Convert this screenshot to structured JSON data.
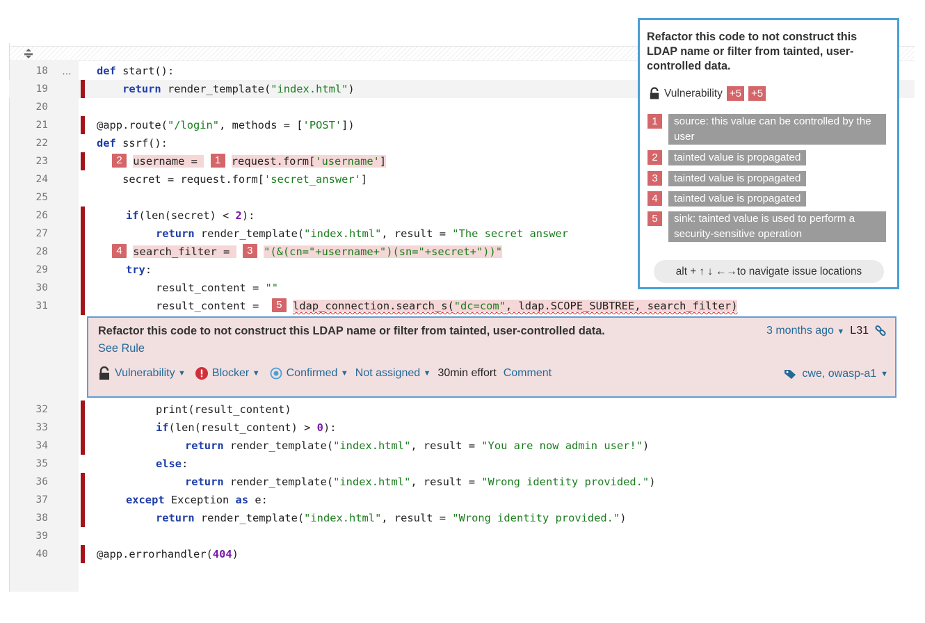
{
  "issue_popup": {
    "title": "Refactor this code to not construct this LDAP name or filter from tainted, user-controlled data.",
    "type_label": "Vulnerability",
    "plus_badges": [
      "+5",
      "+5"
    ],
    "flows": [
      {
        "num": "1",
        "text": "source: this value can be controlled by the user"
      },
      {
        "num": "2",
        "text": "tainted value is propagated"
      },
      {
        "num": "3",
        "text": "tainted value is propagated"
      },
      {
        "num": "4",
        "text": "tainted value is propagated"
      },
      {
        "num": "5",
        "text": "sink: tainted value is used to perform a security-sensitive operation"
      }
    ],
    "nav_hint": "alt + ↑ ↓ ←→to navigate issue locations"
  },
  "code_lines": [
    {
      "num": "18",
      "dots": "…"
    },
    {
      "num": "19"
    },
    {
      "num": "20"
    },
    {
      "num": "21"
    },
    {
      "num": "22"
    },
    {
      "num": "23"
    },
    {
      "num": "24"
    },
    {
      "num": "25"
    },
    {
      "num": "26"
    },
    {
      "num": "27"
    },
    {
      "num": "28"
    },
    {
      "num": "29"
    },
    {
      "num": "30"
    },
    {
      "num": "31"
    },
    {
      "num": "32"
    },
    {
      "num": "33"
    },
    {
      "num": "34"
    },
    {
      "num": "35"
    },
    {
      "num": "36"
    },
    {
      "num": "37"
    },
    {
      "num": "38"
    },
    {
      "num": "39"
    },
    {
      "num": "40"
    }
  ],
  "code": {
    "l18": {
      "kw": "def",
      "rest": " start():"
    },
    "l19": {
      "indent": "    ",
      "kw": "return",
      "rest": " render_template(",
      "str": "\"index.html\"",
      "end": ")"
    },
    "l21": {
      "a": "@app.route(",
      "s1": "\"/login\"",
      "b": ", methods = [",
      "s2": "'POST'",
      "c": "])"
    },
    "l22": {
      "kw": "def",
      "rest": " ssrf():"
    },
    "l23": {
      "badge2": "2",
      "a": "username = ",
      "badge1": "1",
      "b": "request.form[",
      "s": "'username'",
      "c": "]"
    },
    "l24": {
      "a": "    secret = request.form[",
      "s": "'secret_answer'",
      "c": "]"
    },
    "l26": {
      "kw": "if",
      "a": "(len(secret) < ",
      "n": "2",
      "b": "):"
    },
    "l27": {
      "kw": "return",
      "a": " render_template(",
      "s1": "\"index.html\"",
      "b": ", result = ",
      "s2": "\"The secret answer"
    },
    "l28": {
      "badge4": "4",
      "a": "search_filter = ",
      "badge3": "3",
      "s": "\"(&(cn=\"",
      "b": "+username+",
      "s2": "\")(sn=\"",
      "c": "+secret+",
      "s3": "\"))\""
    },
    "l29": {
      "kw": "try",
      "b": ":"
    },
    "l30": {
      "a": "result_content = ",
      "s": "\"\""
    },
    "l31": {
      "a": "result_content = ",
      "badge5": "5",
      "b": "ldap_connection.search_s(",
      "s": "\"dc=com\"",
      "c": ", ldap.SCOPE_SUBTREE, search_filter)"
    },
    "l32": {
      "a": "print(result_content)"
    },
    "l33": {
      "kw": "if",
      "a": "(len(result_content) > ",
      "n": "0",
      "b": "):"
    },
    "l34": {
      "kw": "return",
      "a": " render_template(",
      "s1": "\"index.html\"",
      "b": ", result = ",
      "s2": "\"You are now admin user!\"",
      "c": ")"
    },
    "l35": {
      "kw": "else",
      "b": ":"
    },
    "l36": {
      "kw": "return",
      "a": " render_template(",
      "s1": "\"index.html\"",
      "b": ", result = ",
      "s2": "\"Wrong identity provided.\"",
      "c": ")"
    },
    "l37": {
      "kw": "except",
      "a": " Exception ",
      "kw2": "as",
      "b": " e:"
    },
    "l38": {
      "kw": "return",
      "a": " render_template(",
      "s1": "\"index.html\"",
      "b": ", result = ",
      "s2": "\"Wrong identity provided.\"",
      "c": ")"
    },
    "l40": {
      "a": "@app.errorhandler(",
      "n": "404",
      "b": ")"
    }
  },
  "issue": {
    "message": "Refactor this code to not construct this LDAP name or filter from tainted, user-controlled data.",
    "see_rule": "See Rule",
    "age": "3 months ago",
    "line": "L31",
    "type": "Vulnerability",
    "severity": "Blocker",
    "status": "Confirmed",
    "assignee": "Not assigned",
    "effort": "30min effort",
    "comment": "Comment",
    "tags": "cwe, owasp-a1"
  },
  "colors": {
    "issue_bg": "#f2dfe0",
    "accent_blue": "#4b9fd5",
    "issue_marker": "#a3131a",
    "badge": "#d4666a",
    "flow_bg": "#9b9b9b"
  }
}
